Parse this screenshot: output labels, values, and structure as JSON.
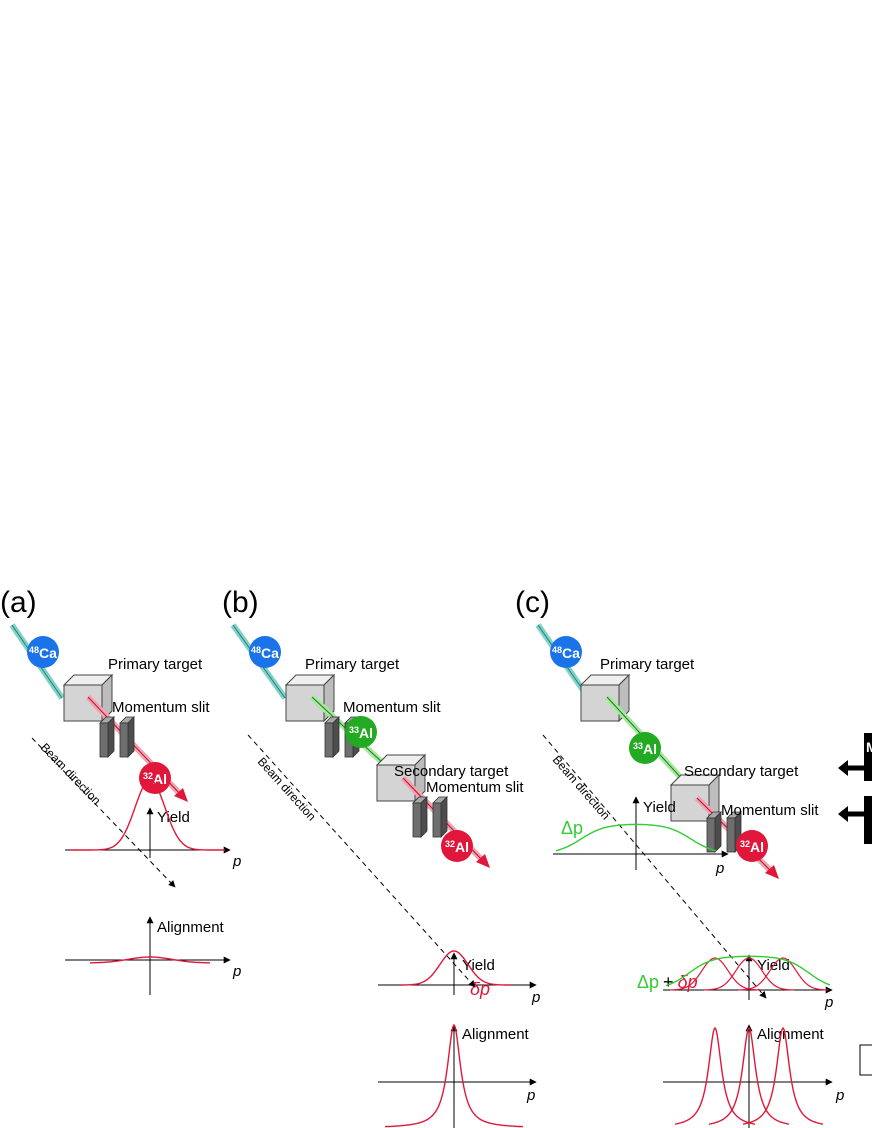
{
  "panels": [
    {
      "label": "(a)",
      "primary": "Primary target",
      "slit": "Momentum slit",
      "beam": "Beam direction",
      "yield": "Yield",
      "alignment": "Alignment",
      "p1": "p",
      "p2": "p"
    },
    {
      "label": "(b)",
      "primary": "Primary target",
      "slit": "Momentum slit",
      "secondary": "Secondary target",
      "slit2": "Momentum slit",
      "beam": "Beam direction",
      "yield": "Yield",
      "delta_p": "δp",
      "alignment": "Alignment",
      "p1": "p",
      "p2": "p"
    },
    {
      "label": "(c)",
      "primary": "Primary target",
      "secondary": "Secondary target",
      "slit": "Momentum slit",
      "beam": "Beam direction",
      "yield_top": "Yield",
      "Delta_p": "Δp",
      "p_top": "p",
      "yield": "Yield",
      "Delta_plus_p": "Δp",
      "plus": "+",
      "delta_p2": "δp",
      "alignment": "Alignment",
      "p1": "p",
      "p2": "p",
      "edge_text": "M"
    }
  ],
  "isotopes": {
    "ca_mass": "48",
    "ca_sym": "Ca",
    "al33_mass": "33",
    "al33_sym": "Al",
    "al32_mass": "32",
    "al32_sym": "Al"
  },
  "colors": {
    "ca": "#1a73e8",
    "al33": "#22aa22",
    "al32": "#e0173a",
    "curve_red": "#e0173a",
    "curve_green": "#33cc33",
    "box": "#d4d4d4",
    "slit": "#6e6e6e"
  }
}
